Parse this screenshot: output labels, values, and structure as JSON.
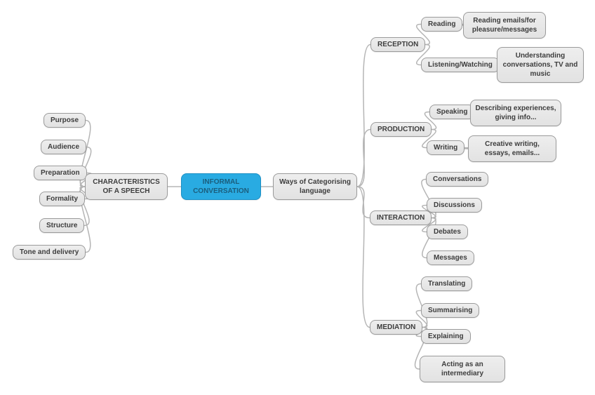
{
  "center": {
    "label": "INFORMAL CONVERSATION"
  },
  "left_branch": {
    "label": "CHARACTERISTICS OF A SPEECH",
    "children": [
      {
        "label": "Purpose"
      },
      {
        "label": "Audience"
      },
      {
        "label": "Preparation"
      },
      {
        "label": "Formality"
      },
      {
        "label": "Structure"
      },
      {
        "label": "Tone and delivery"
      }
    ]
  },
  "right_branch": {
    "label": "Ways of Categorising language",
    "categories": [
      {
        "label": "RECEPTION",
        "children": [
          {
            "label": "Reading",
            "detail": "Reading emails/for pleasure/messages"
          },
          {
            "label": "Listening/Watching",
            "detail": "Understanding conversations, TV and music"
          }
        ]
      },
      {
        "label": "PRODUCTION",
        "children": [
          {
            "label": "Speaking",
            "detail": "Describing experiences, giving info..."
          },
          {
            "label": "Writing",
            "detail": "Creative writing, essays, emails..."
          }
        ]
      },
      {
        "label": "INTERACTION",
        "children": [
          {
            "label": "Conversations"
          },
          {
            "label": "Discussions"
          },
          {
            "label": "Debates"
          },
          {
            "label": "Messages"
          }
        ]
      },
      {
        "label": "MEDIATION",
        "children": [
          {
            "label": "Translating"
          },
          {
            "label": "Summarising"
          },
          {
            "label": "Explaining"
          },
          {
            "label": "Acting as an intermediary"
          }
        ]
      }
    ]
  },
  "colors": {
    "node_bg": "#e9e9e9",
    "node_border": "#9a9a9a",
    "center_bg": "#29abe2",
    "center_border": "#1d8fc4",
    "center_text": "#1b5e7d",
    "edge": "#b5b5b5"
  }
}
